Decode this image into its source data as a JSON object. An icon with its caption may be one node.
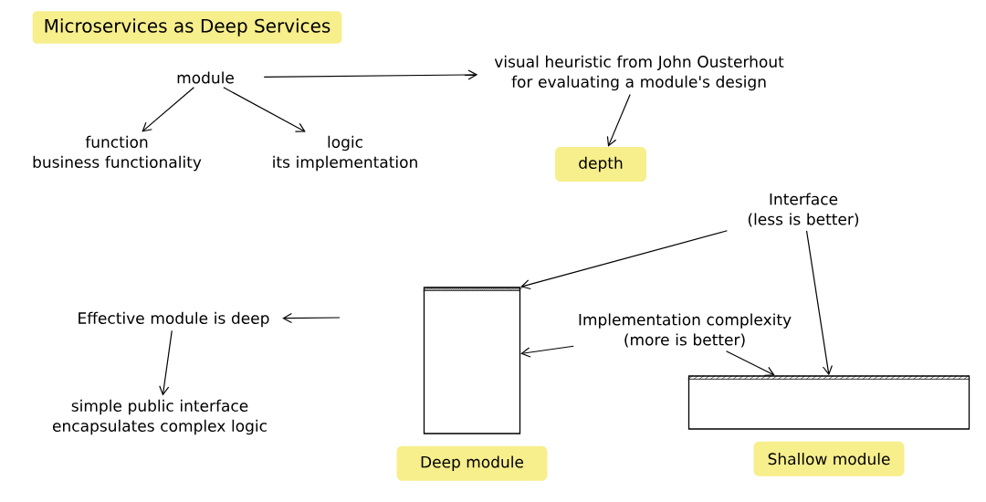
{
  "diagram": {
    "title": "Microservices as Deep Services",
    "nodes": [
      {
        "text": [
          "module"
        ]
      },
      {
        "text": [
          "function",
          "business functionality"
        ]
      },
      {
        "text": [
          "logic",
          "its implementation"
        ]
      },
      {
        "text": [
          "visual heuristic from John Ousterhout for evaluating a module's design"
        ]
      },
      {
        "text": [
          "depth"
        ]
      },
      {
        "text": [
          "Interface",
          "(less is better)"
        ]
      },
      {
        "text": [],
        "shape": "box",
        "beside": [
          "Deep module"
        ]
      },
      {
        "text": [],
        "shape": "box",
        "beside": [
          "Shallow module"
        ]
      },
      {
        "text": [
          "Implementation complexity",
          "(more is better)"
        ]
      },
      {
        "text": [
          "Effective module is deep"
        ]
      },
      {
        "text": [
          "simple public interface encapsulates complex logic"
        ]
      }
    ],
    "edges": [
      {
        "from": 0,
        "to": 1,
        "arrow": "to"
      },
      {
        "from": 0,
        "to": 2,
        "arrow": "to"
      },
      {
        "from": 0,
        "to": 3,
        "arrow": "to"
      },
      {
        "from": 3,
        "to": 4,
        "arrow": "to"
      },
      {
        "from": 5,
        "to": 6,
        "arrow": "to"
      },
      {
        "from": 5,
        "to": 7,
        "arrow": "to"
      },
      {
        "from": 8,
        "to": 6,
        "arrow": "to"
      },
      {
        "from": 8,
        "to": 7,
        "arrow": "to"
      },
      {
        "from": null,
        "to": 9,
        "arrow": "to"
      },
      {
        "from": 9,
        "to": 10,
        "arrow": "to"
      }
    ]
  }
}
